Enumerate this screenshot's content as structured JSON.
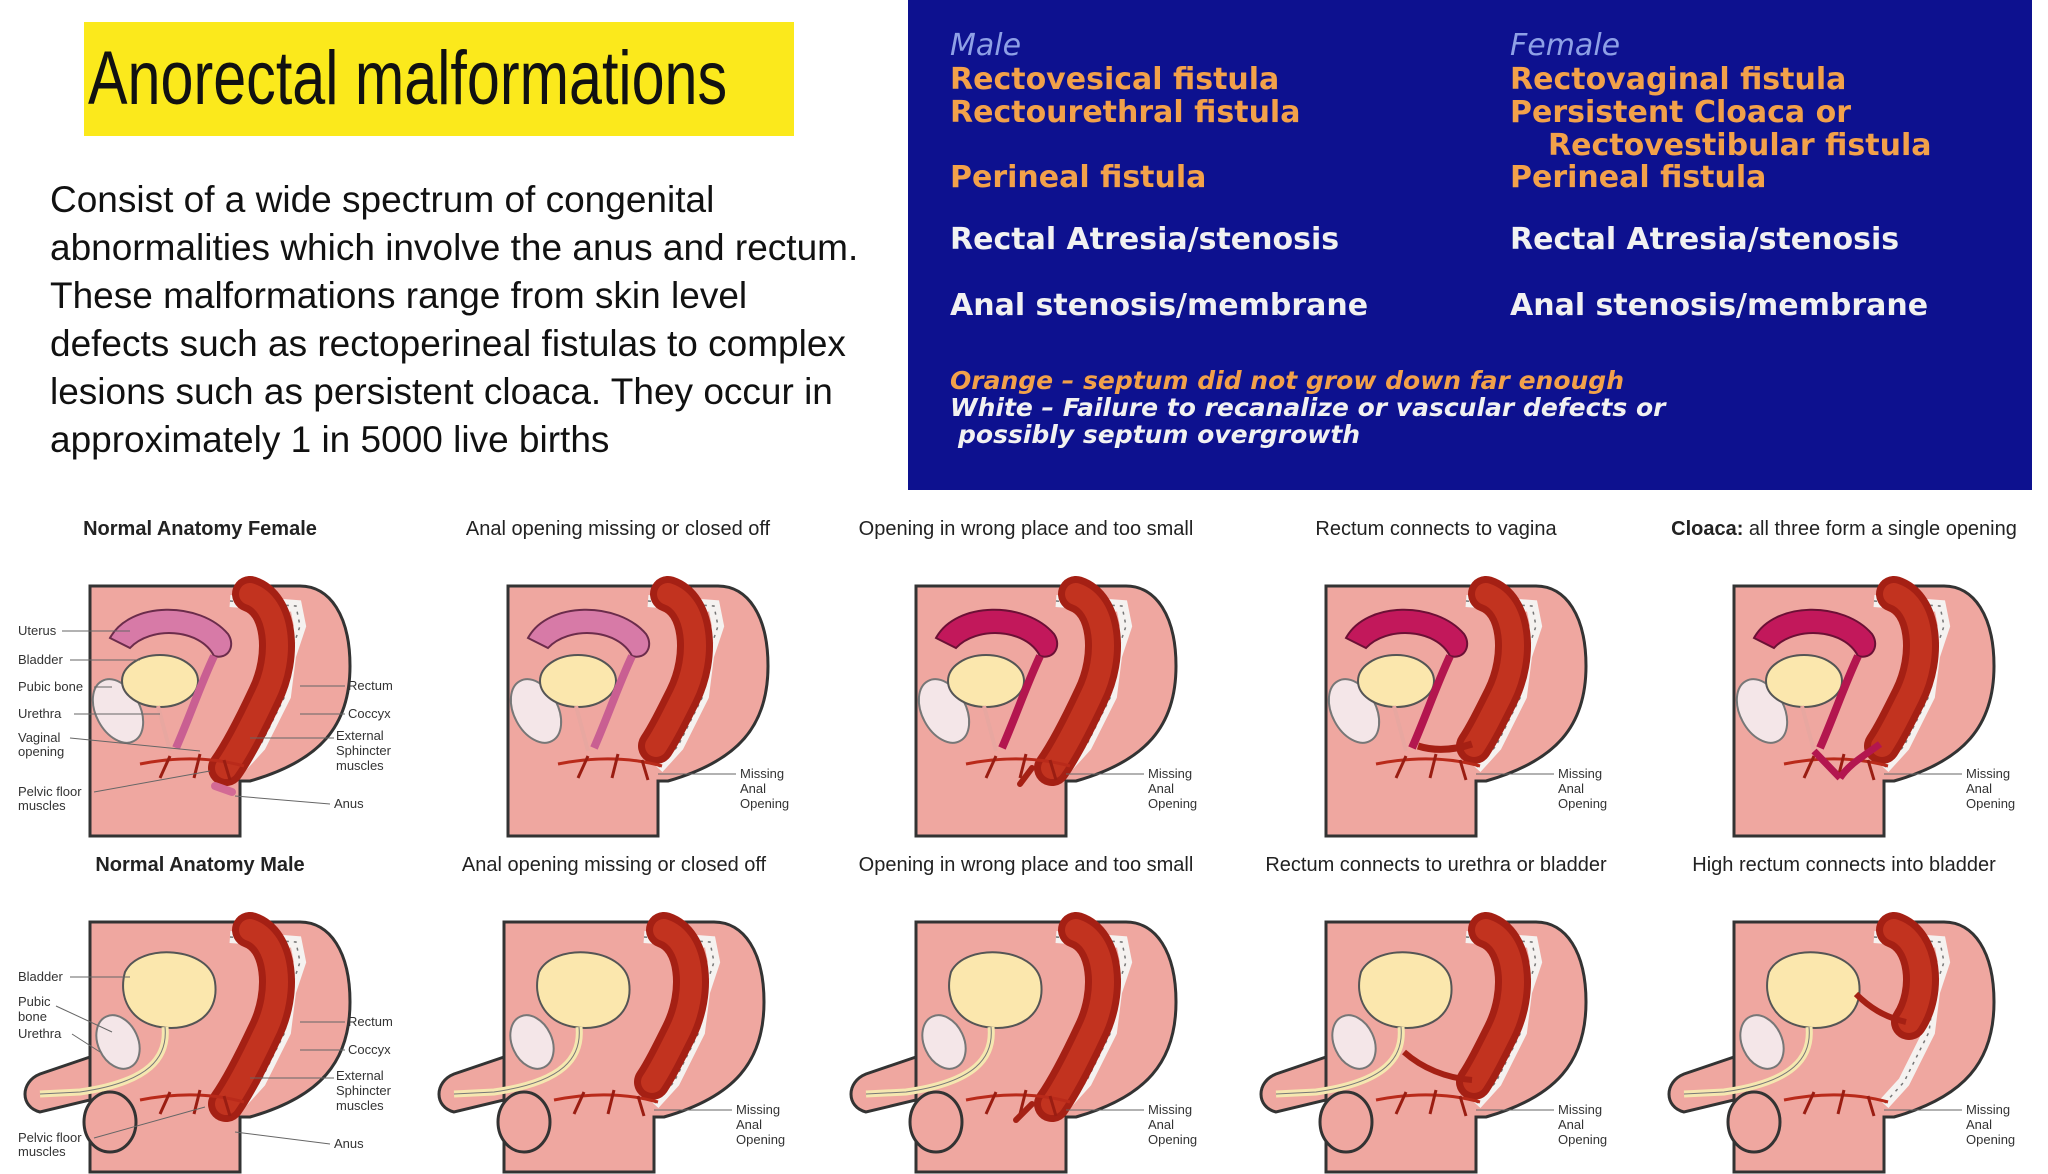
{
  "slide": {
    "title": "Anorectal malformations",
    "intro": "Consist of a wide spectrum of congenital abnormalities which involve the anus and rectum. These malformations range from skin level defects such as rectoperineal fistulas to complex lesions such as persistent cloaca. They occur in approximately 1 in 5000 live births"
  },
  "classification": {
    "male_header": "Male",
    "female_header": "Female",
    "male": [
      "Rectovesical fistula",
      "Rectourethral fistula",
      "Perineal fistula",
      "Rectal Atresia/stenosis",
      "Anal stenosis/membrane"
    ],
    "female": [
      "Rectovaginal fistula",
      "Persistent Cloaca or",
      "Rectovestibular fistula",
      "Perineal fistula",
      "Rectal Atresia/stenosis",
      "Anal stenosis/membrane"
    ],
    "legend_orange": "Orange – septum did not grow down far enough",
    "legend_white_1": "White – Failure to recanalize or vascular defects or",
    "legend_white_2": "possibly septum overgrowth",
    "colors": {
      "background": "#0d118f",
      "orange": "#f2a14a",
      "white": "#f1f1f1",
      "header": "#8ea0e6"
    }
  },
  "female_row": [
    {
      "title": "Normal Anatomy Female"
    },
    {
      "title": "Anal opening missing or closed off"
    },
    {
      "title": "Opening in wrong place and too small"
    },
    {
      "title": "Rectum connects to vagina"
    },
    {
      "title_bold": "Cloaca:",
      "title": " all three form a single opening"
    }
  ],
  "male_row": [
    {
      "title": "Normal Anatomy Male"
    },
    {
      "title": "Anal opening missing or closed off"
    },
    {
      "title": "Opening in wrong place and too small"
    },
    {
      "title": "Rectum connects to urethra or bladder"
    },
    {
      "title": "High rectum connects into bladder"
    }
  ],
  "labels": {
    "female_left": [
      "Uterus",
      "Bladder",
      "Pubic bone",
      "Urethra",
      "Vaginal",
      "opening",
      "Pelvic floor",
      "muscles"
    ],
    "male_left": [
      "Bladder",
      "Pubic",
      "bone",
      "Urethra",
      "Pelvic floor",
      "muscles"
    ],
    "right": [
      "Rectum",
      "Coccyx",
      "External",
      "Sphincter",
      "muscles",
      "Anus"
    ],
    "missing": [
      "Missing",
      "Anal",
      "Opening"
    ]
  }
}
